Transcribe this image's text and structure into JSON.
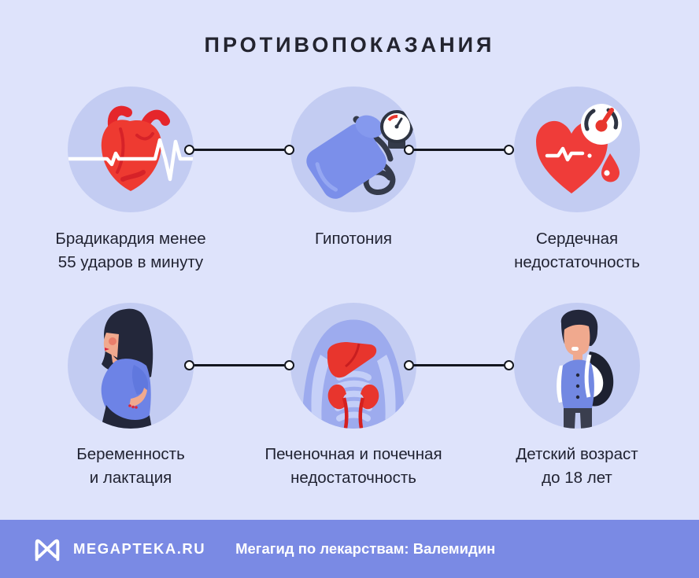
{
  "page": {
    "title": "ПРОТИВОПОКАЗАНИЯ",
    "background_color": "#dee3fb",
    "circle_color": "#c3ccf2",
    "accent_red": "#ee3a31",
    "accent_blue": "#7288e2",
    "connector_color": "#13161f",
    "text_color": "#1f2130"
  },
  "items": [
    {
      "id": "bradycardia",
      "icon": "heart-ecg-icon",
      "line1": "Брадикардия менее",
      "line2": "55 ударов в минуту",
      "label": "Брадикардия менее 55 ударов в минуту"
    },
    {
      "id": "hypotension",
      "icon": "blood-pressure-monitor-icon",
      "line1": "Гипотония",
      "line2": "",
      "label": "Гипотония"
    },
    {
      "id": "heart-failure",
      "icon": "heart-gauge-drop-icon",
      "line1": "Сердечная",
      "line2": "недостаточность",
      "label": "Сердечная недостаточность"
    },
    {
      "id": "pregnancy",
      "icon": "pregnant-woman-icon",
      "line1": "Беременность",
      "line2": "и лактация",
      "label": "Беременность и лактация"
    },
    {
      "id": "hepatic-renal",
      "icon": "liver-kidneys-icon",
      "line1": "Печеночная и почечная",
      "line2": "недостаточность",
      "label": "Печеночная и почечная недостаточность"
    },
    {
      "id": "children",
      "icon": "child-backpack-icon",
      "line1": "Детский возраст",
      "line2": "до 18 лет",
      "label": "Детский возраст до 18 лет"
    }
  ],
  "footer": {
    "brand": "MEGAPTEKA.RU",
    "tagline": "Мегагид по лекарствам: Валемидин",
    "logo": "megapteka-m-logo",
    "background_color": "#7a8ae4"
  }
}
